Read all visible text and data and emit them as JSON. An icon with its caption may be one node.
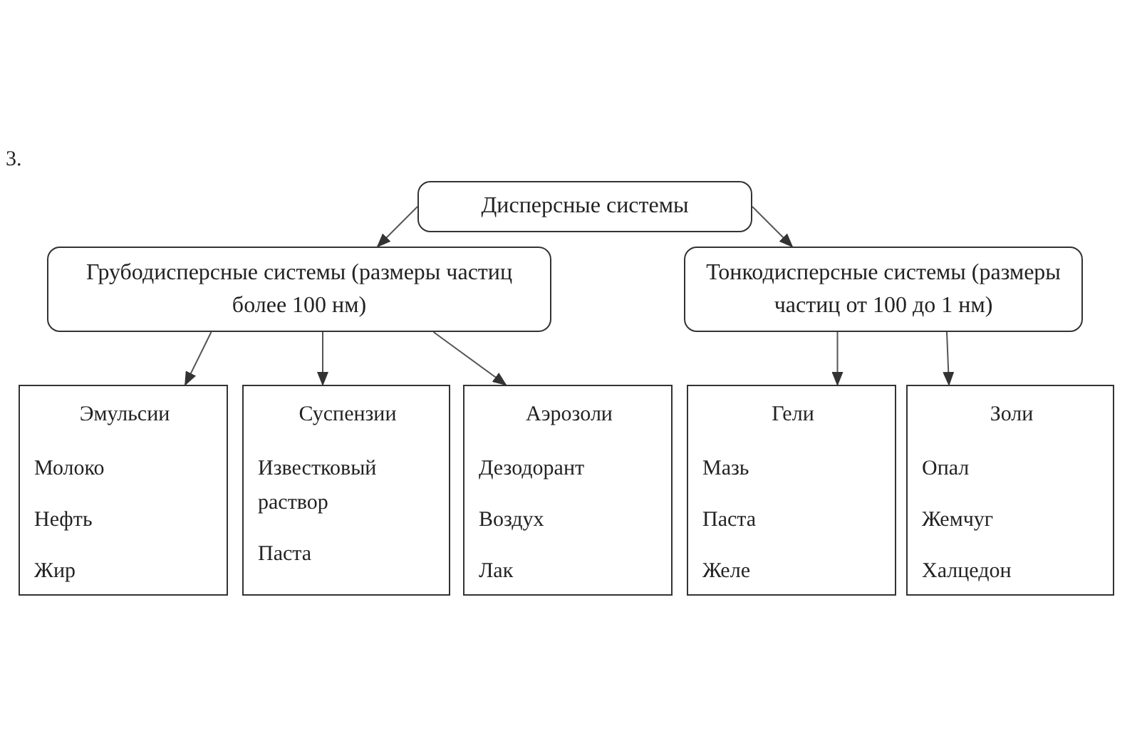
{
  "diagram": {
    "nodes": [
      {
        "text": [
          "Дисперсные системы"
        ]
      },
      {
        "text": [
          "Грубодисперсные системы (размеры частиц более 100 нм)"
        ]
      },
      {
        "text": [
          "Тонкодисперсные системы (размеры частиц от 100 до 1 нм)"
        ]
      },
      {
        "text": [
          "Эмульсии",
          "Молоко",
          "Нефть",
          "Жир"
        ]
      },
      {
        "text": [
          "Суспензии",
          "Известковый раствор",
          "Паста"
        ]
      },
      {
        "text": [
          "Аэрозоли",
          "Дезодорант",
          "Воздух",
          "Лак"
        ]
      },
      {
        "text": [
          "Гели",
          "Мазь",
          "Паста",
          "Желе"
        ]
      },
      {
        "text": [
          "Золи",
          "Опал",
          "Жемчуг",
          "Халцедон"
        ]
      }
    ],
    "edges": [
      {
        "from": 0,
        "to": 1,
        "arrow": "to"
      },
      {
        "from": 0,
        "to": 2,
        "arrow": "to"
      },
      {
        "from": 1,
        "to": 3,
        "arrow": "to"
      },
      {
        "from": 1,
        "to": 4,
        "arrow": "to"
      },
      {
        "from": 1,
        "to": 5,
        "arrow": "to"
      },
      {
        "from": 2,
        "to": 6,
        "arrow": "to"
      },
      {
        "from": 2,
        "to": 7,
        "arrow": "to"
      }
    ],
    "labels": [
      "3."
    ]
  }
}
